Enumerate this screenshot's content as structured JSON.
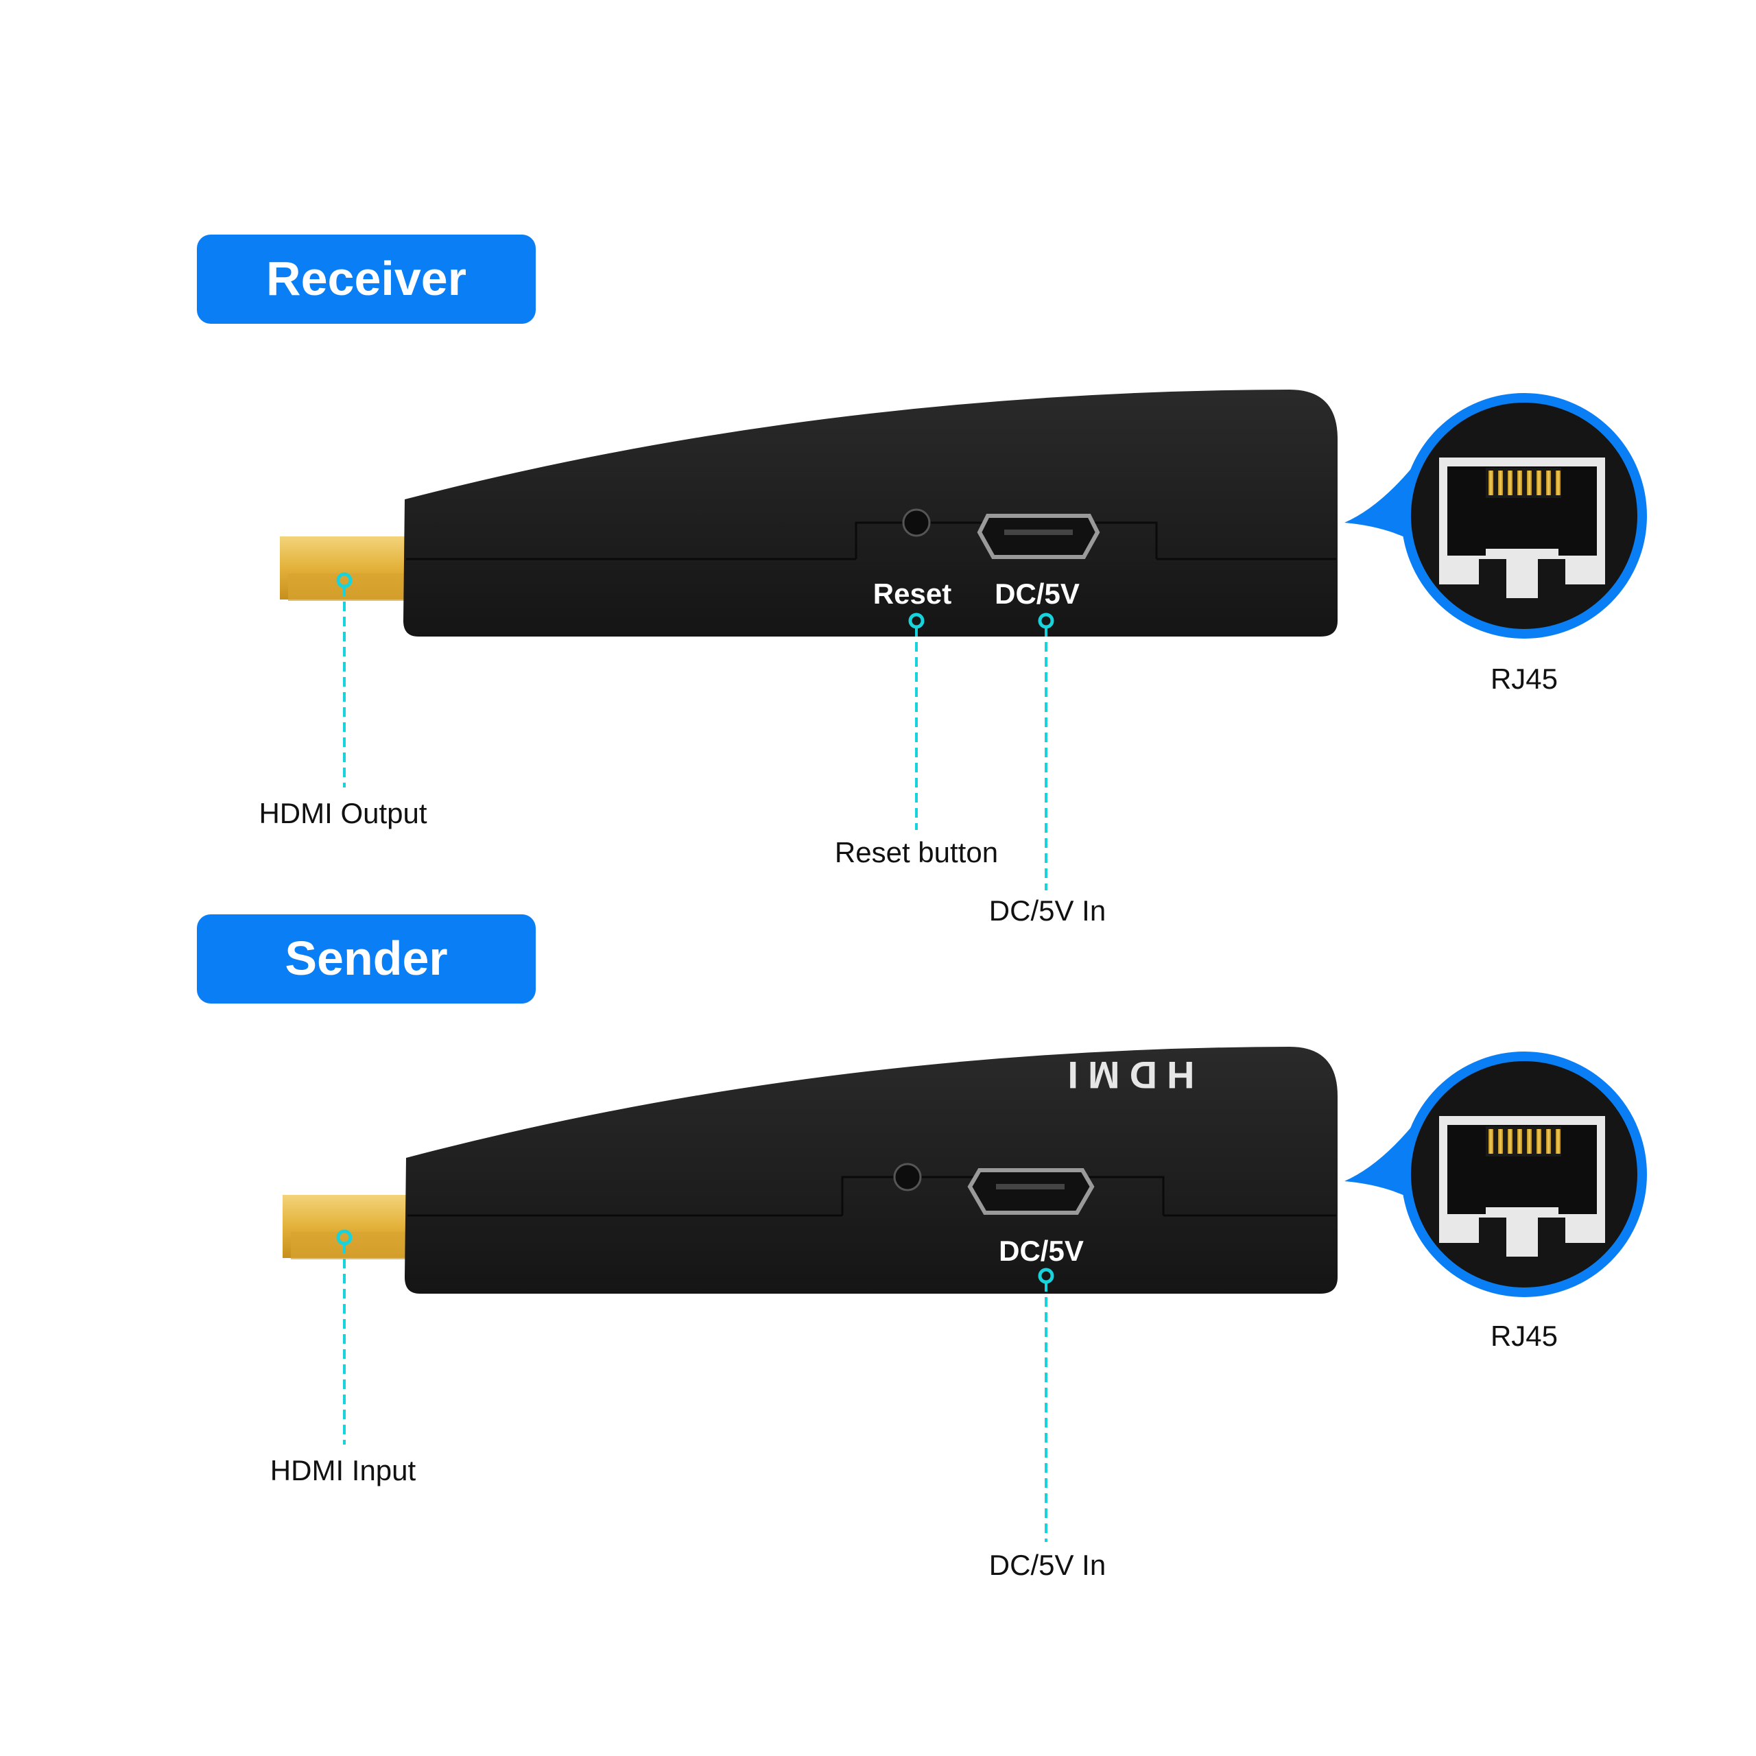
{
  "colors": {
    "accent_blue": "#0a7ff5",
    "callout_cyan": "#19d3dc",
    "device_black": "#1b1b1b",
    "gold": "#e8b93c"
  },
  "receiver": {
    "title": "Receiver",
    "port_labels": {
      "reset": "Reset",
      "dc": "DC/5V"
    },
    "callouts": {
      "hdmi": "HDMI Output",
      "reset": "Reset button",
      "dc": "DC/5V In",
      "rj45": "RJ45"
    }
  },
  "sender": {
    "title": "Sender",
    "logo_text": "HDMI",
    "port_labels": {
      "dc": "DC/5V"
    },
    "callouts": {
      "hdmi": "HDMI Input",
      "dc": "DC/5V In",
      "rj45": "RJ45"
    }
  },
  "icons": {
    "rj45_jack": "rj45-jack-icon",
    "hdmi_plug": "hdmi-plug-icon",
    "micro_usb": "micro-usb-port-icon",
    "reset_hole": "reset-hole-icon"
  }
}
